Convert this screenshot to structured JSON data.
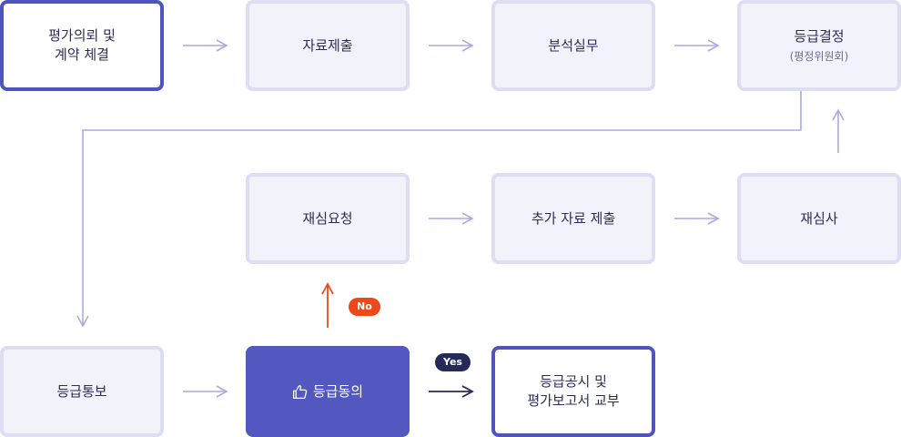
{
  "steps": {
    "request": [
      "평가의뢰 및",
      "계약 체결"
    ],
    "submit": "자료제출",
    "analysis": "분석실무",
    "decision": {
      "title": "등급결정",
      "sub": "(평정위원회)"
    },
    "reeval_request": "재심요청",
    "extra_submit": "추가 자료 제출",
    "reexam": "재심사",
    "notify": "등급통보",
    "agree": "등급동의",
    "publish": [
      "등급공시 및",
      "평가보고서 교부"
    ]
  },
  "branches": {
    "no": "No",
    "yes": "Yes"
  },
  "icons": {
    "agree": "thumbs-up-icon"
  },
  "colors": {
    "box_fill": "#f2f2fb",
    "box_border": "#dcdef2",
    "accent": "#5258c0",
    "arrow": "#a7abe0",
    "no_branch": "#ea4a1b",
    "yes_branch": "#252a5a"
  }
}
